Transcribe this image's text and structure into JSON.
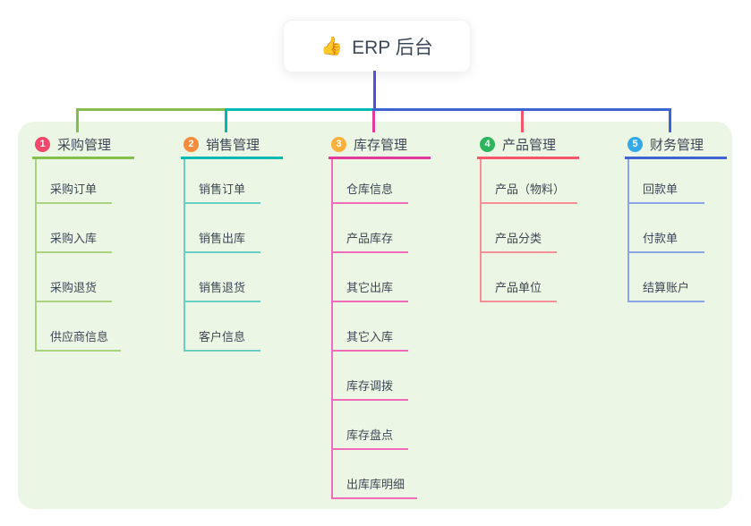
{
  "root": {
    "icon_char": "👍",
    "title": "ERP 后台"
  },
  "colors": {
    "panel_bg": "#ecf6e4",
    "root_line": "#4b54d6",
    "text": "#3c4858",
    "card_bg": "#ffffff"
  },
  "branches": [
    {
      "badge": "1",
      "badge_color": "#f1486b",
      "line_color": "#85bd4f",
      "child_line_color": "#a9d37f",
      "label": "采购管理",
      "children": [
        "采购订单",
        "采购入库",
        "采购退货",
        "供应商信息"
      ]
    },
    {
      "badge": "2",
      "badge_color": "#f78b3d",
      "line_color": "#00bab2",
      "child_line_color": "#69cfc4",
      "label": "销售管理",
      "children": [
        "销售订单",
        "销售出库",
        "销售退货",
        "客户信息"
      ]
    },
    {
      "badge": "3",
      "badge_color": "#fbaf3c",
      "line_color": "#e13a9a",
      "child_line_color": "#f06cba",
      "label": "库存管理",
      "children": [
        "仓库信息",
        "产品库存",
        "其它出库",
        "其它入库",
        "库存调拨",
        "库存盘点",
        "出库库明细"
      ]
    },
    {
      "badge": "4",
      "badge_color": "#2db55d",
      "line_color": "#f4566b",
      "child_line_color": "#f78f97",
      "label": "产品管理",
      "children": [
        "产品（物料）",
        "产品分类",
        "产品单位"
      ]
    },
    {
      "badge": "5",
      "badge_color": "#35a8e8",
      "line_color": "#3e63d2",
      "child_line_color": "#8ca5e6",
      "label": "财务管理",
      "children": [
        "回款单",
        "付款单",
        "结算账户"
      ]
    }
  ]
}
